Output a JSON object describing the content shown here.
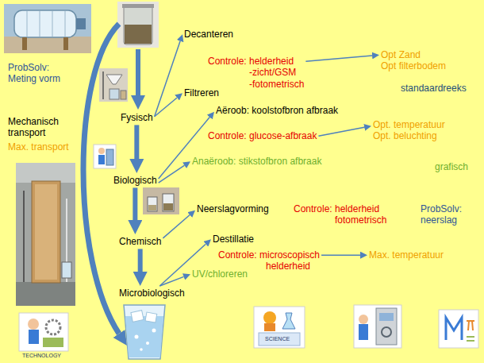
{
  "diagram": {
    "nodes": [
      {
        "text": [
          "Fysisch"
        ]
      },
      {
        "text": [
          "Decanteren"
        ]
      },
      {
        "text": [
          "Filtreren"
        ]
      },
      {
        "text": [
          "Controle: helderheid",
          "-zicht/GSM",
          "-fotometrisch"
        ]
      },
      {
        "text": [
          "Opt Zand",
          "Opt filterbodem"
        ]
      },
      {
        "text": [
          "Biologisch"
        ]
      },
      {
        "text": [
          "Aëroob: koolstofbron afbraak"
        ]
      },
      {
        "text": [
          "Controle: glucose-afbraak"
        ]
      },
      {
        "text": [
          "Opt. temperatuur",
          "Opt. beluchting"
        ]
      },
      {
        "text": [
          "Anaëroob: stikstofbron afbraak"
        ]
      },
      {
        "text": [
          "Chemisch"
        ]
      },
      {
        "text": [
          "Neerslagvorming"
        ]
      },
      {
        "text": [
          "Microbiologisch"
        ]
      },
      {
        "text": [
          "Destillatie"
        ]
      },
      {
        "text": [
          "Controle: microscopisch",
          "helderheid"
        ]
      },
      {
        "text": [
          "Max. temperatuur"
        ]
      },
      {
        "text": [
          "UV/chloreren"
        ]
      }
    ],
    "edges": [
      {
        "from": 0,
        "to": 1,
        "arrow": "to"
      },
      {
        "from": 0,
        "to": 2,
        "arrow": "to"
      },
      {
        "from": 3,
        "to": 4,
        "arrow": "to"
      },
      {
        "from": 0,
        "to": 5,
        "arrow": "to"
      },
      {
        "from": 5,
        "to": 6,
        "arrow": "to"
      },
      {
        "from": 5,
        "to": 9,
        "arrow": "to"
      },
      {
        "from": 7,
        "to": 8,
        "arrow": "to"
      },
      {
        "from": 5,
        "to": 10,
        "arrow": "to"
      },
      {
        "from": 10,
        "to": 11,
        "arrow": "to"
      },
      {
        "from": 10,
        "to": 12,
        "arrow": "to"
      },
      {
        "from": 12,
        "to": 13,
        "arrow": "to"
      },
      {
        "from": 12,
        "to": 16,
        "arrow": "to"
      },
      {
        "from": 14,
        "to": 15,
        "arrow": "to"
      }
    ],
    "labels": [
      "ProbSolv: Meting vorm",
      "Mechanisch transport",
      "Max. transport",
      "standaardreeks",
      "grafisch",
      "Controle: helderheid",
      "fotometrisch",
      "ProbSolv: neerslag",
      "TECHNOLOGY",
      "SCIENCE"
    ]
  }
}
